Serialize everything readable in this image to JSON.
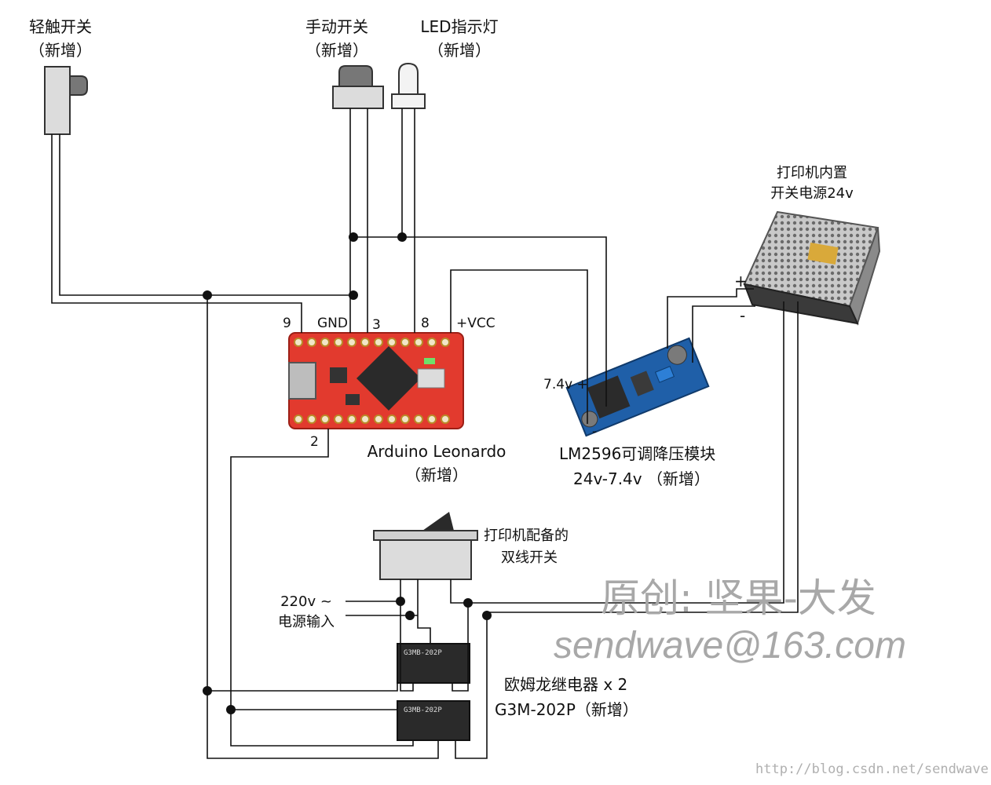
{
  "labels": {
    "tact_switch": "轻触开关",
    "tact_switch_new": "（新增）",
    "manual_switch": "手动开关",
    "manual_switch_new": "（新增）",
    "led": "LED指示灯",
    "led_new": "（新增）",
    "psu_line1": "打印机内置",
    "psu_line2": "开关电源24v",
    "psu_plus": "+",
    "psu_minus": "-",
    "pin_9": "9",
    "pin_gnd": "GND",
    "pin_3": "3",
    "pin_8": "8",
    "pin_vcc": "+VCC",
    "pin_2": "2",
    "arduino": "Arduino Leonardo",
    "arduino_new": "（新增）",
    "buck_in": "7.4v +",
    "buck_minus": "-",
    "buck_line1": "LM2596可调降压模块",
    "buck_line2": "24v-7.4v （新增）",
    "rocker_line1": "打印机配备的",
    "rocker_line2": "双线开关",
    "mains_line1": "220v ~",
    "mains_line2": "电源输入",
    "relay_line1": "欧姆龙继电器 x 2",
    "relay_line2": "G3M-202P（新增）",
    "relay_chip_text": "G3MB-202P"
  },
  "watermark": {
    "author": "原创: 坚果-大发",
    "email": "sendwave@163.com",
    "url": "http://blog.csdn.net/sendwave"
  },
  "colors": {
    "wire": "#111111",
    "arduino_board": "#e23a2e",
    "buck_board": "#1f5fa8",
    "psu_body": "#9a9a9a",
    "relay_body": "#2a2a2a",
    "watermark": "#a8a8a8"
  }
}
